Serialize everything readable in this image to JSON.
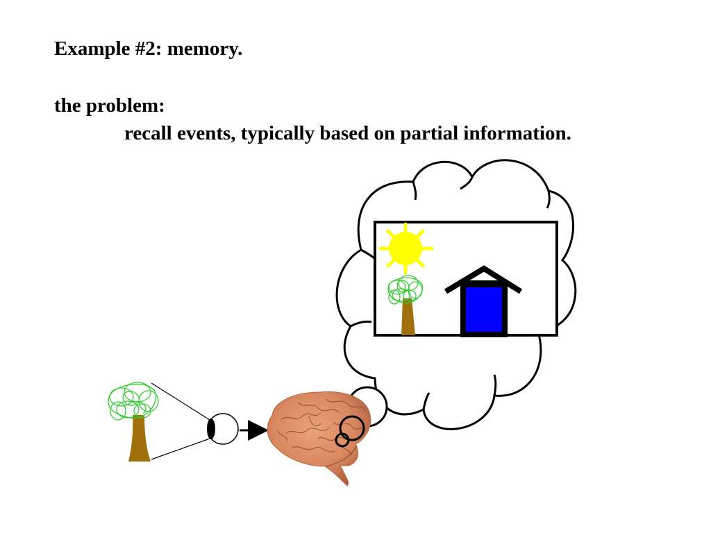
{
  "slide": {
    "title": "Example #2: memory.",
    "problem_label": "the problem:",
    "problem_text": "recall events, typically based on partial information."
  },
  "colors": {
    "sun": "#ffff00",
    "house_door": "#0000ff",
    "tree_trunk": "#a0700a",
    "tree_foliage": "#33cc33",
    "brain": "#d98860",
    "outline": "#000000"
  },
  "icons": {
    "observed_tree": "tree-icon",
    "eye": "eye-icon",
    "brain": "brain-icon",
    "thought_bubble": "thought-bubble-icon",
    "remembered_sun": "sun-icon",
    "remembered_tree": "tree-icon",
    "remembered_house": "house-icon"
  }
}
